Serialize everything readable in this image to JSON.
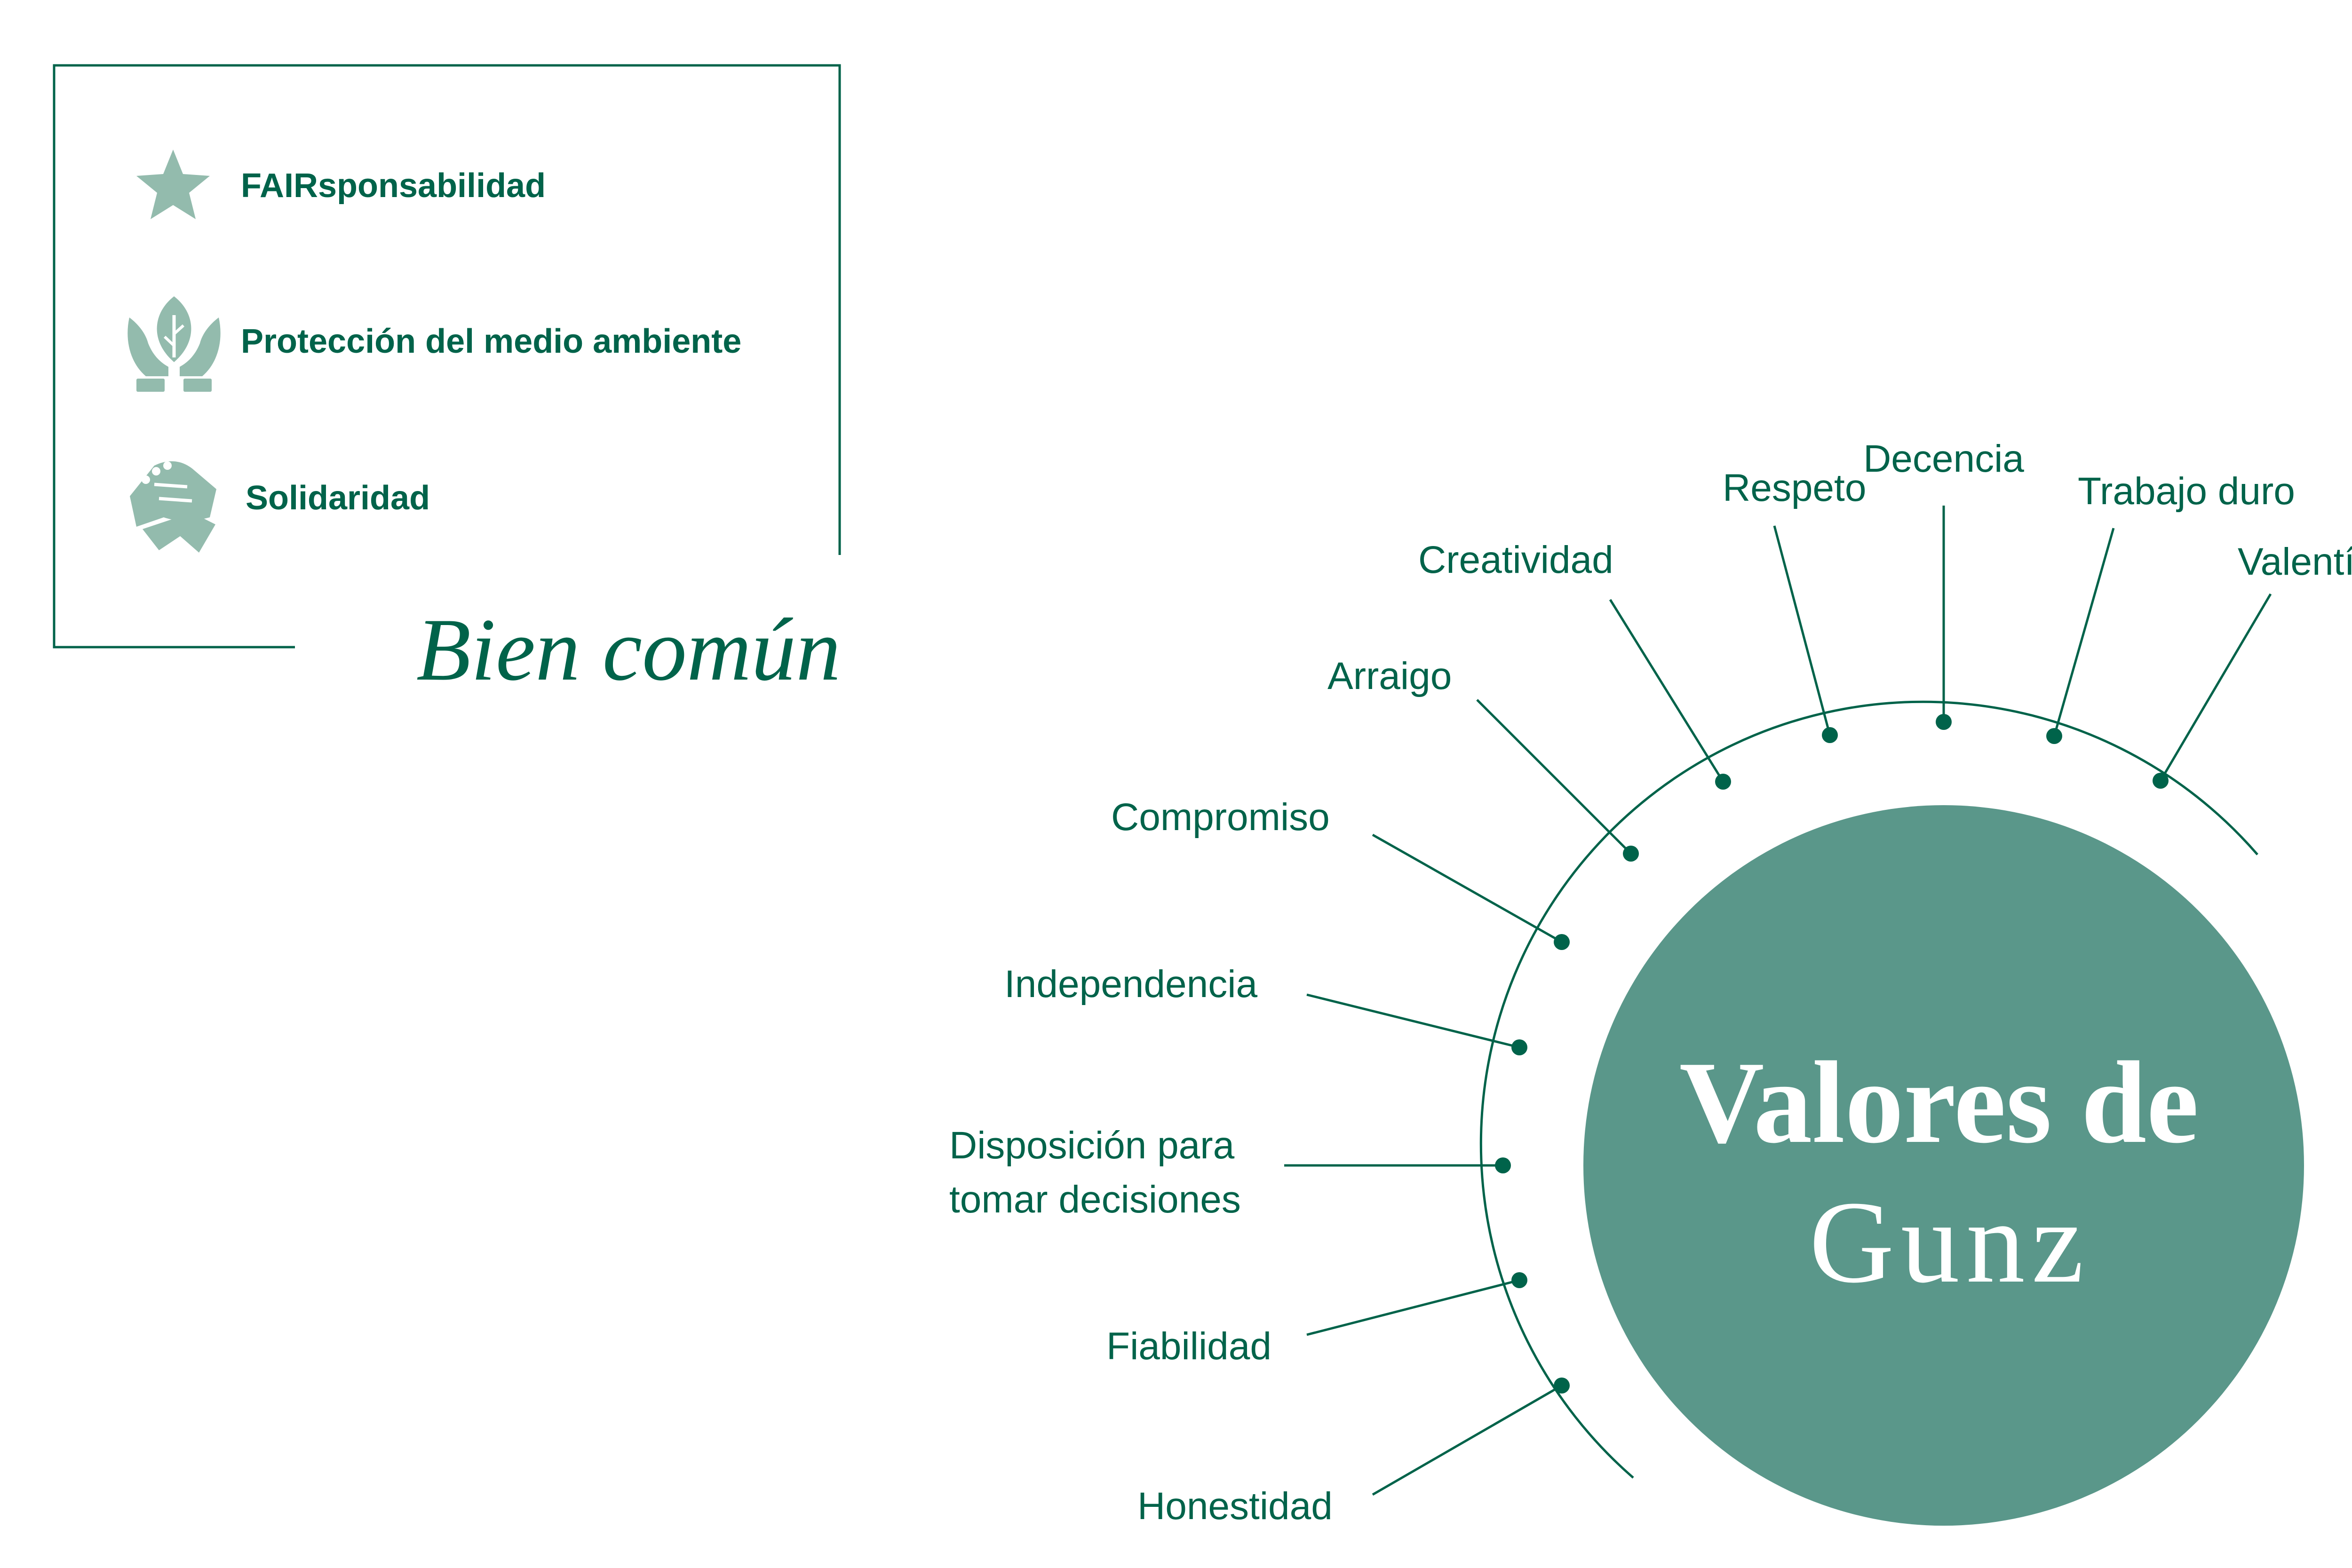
{
  "colors": {
    "dark_green": "#00634a",
    "circle_fill": "#5a978a",
    "icon_fill": "#93bbad",
    "title_text": "#ffffff"
  },
  "legend": {
    "items": [
      {
        "icon": "star-icon",
        "label": "FAIRsponsabilidad"
      },
      {
        "icon": "hands-leaf-icon",
        "label": "Protección del medio ambiente"
      },
      {
        "icon": "handshake-icon",
        "label": "Solidaridad"
      }
    ],
    "signature": "Bien común"
  },
  "center": {
    "line1": "Valores de",
    "line2": "Gunz"
  },
  "values": [
    {
      "lines": [
        "Valentía"
      ]
    },
    {
      "lines": [
        "Trabajo duro"
      ]
    },
    {
      "lines": [
        "Decencia"
      ]
    },
    {
      "lines": [
        "Respeto"
      ]
    },
    {
      "lines": [
        "Creatividad"
      ]
    },
    {
      "lines": [
        "Arraigo"
      ]
    },
    {
      "lines": [
        "Compromiso"
      ]
    },
    {
      "lines": [
        "Independencia"
      ]
    },
    {
      "lines": [
        "Disposición para",
        "tomar decisiones"
      ]
    },
    {
      "lines": [
        "Fiabilidad"
      ]
    },
    {
      "lines": [
        "Honestidad"
      ]
    }
  ]
}
